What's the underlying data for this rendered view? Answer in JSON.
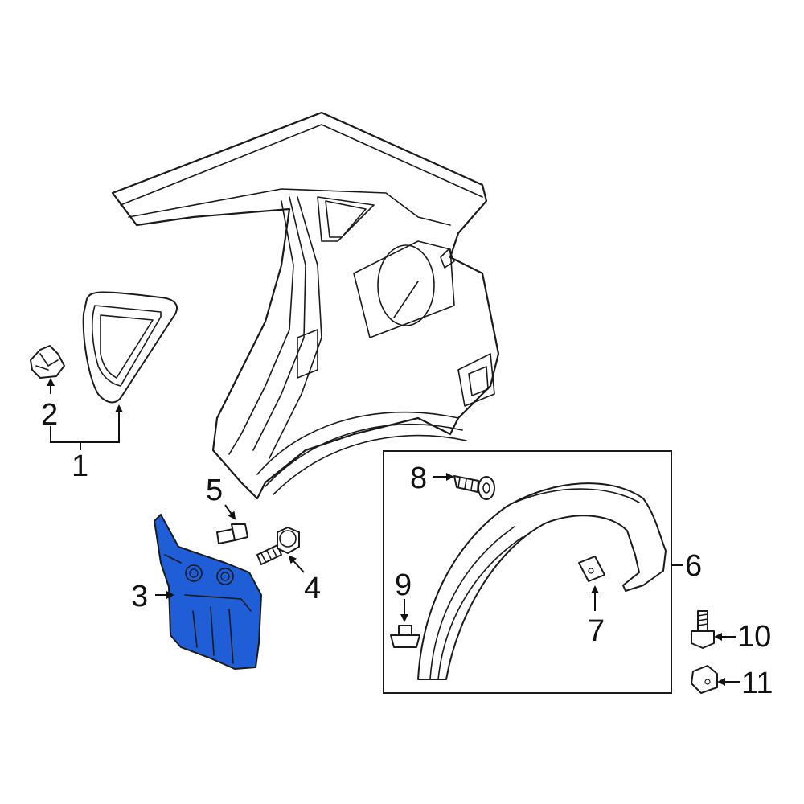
{
  "diagram": {
    "highlight_color": "#1f5ed6",
    "outline_color": "#1a1a1a",
    "callouts": [
      {
        "id": "1",
        "label": "1"
      },
      {
        "id": "2",
        "label": "2"
      },
      {
        "id": "3",
        "label": "3"
      },
      {
        "id": "4",
        "label": "4"
      },
      {
        "id": "5",
        "label": "5"
      },
      {
        "id": "6",
        "label": "6"
      },
      {
        "id": "7",
        "label": "7"
      },
      {
        "id": "8",
        "label": "8"
      },
      {
        "id": "9",
        "label": "9"
      },
      {
        "id": "10",
        "label": "10"
      },
      {
        "id": "11",
        "label": "11"
      }
    ]
  }
}
